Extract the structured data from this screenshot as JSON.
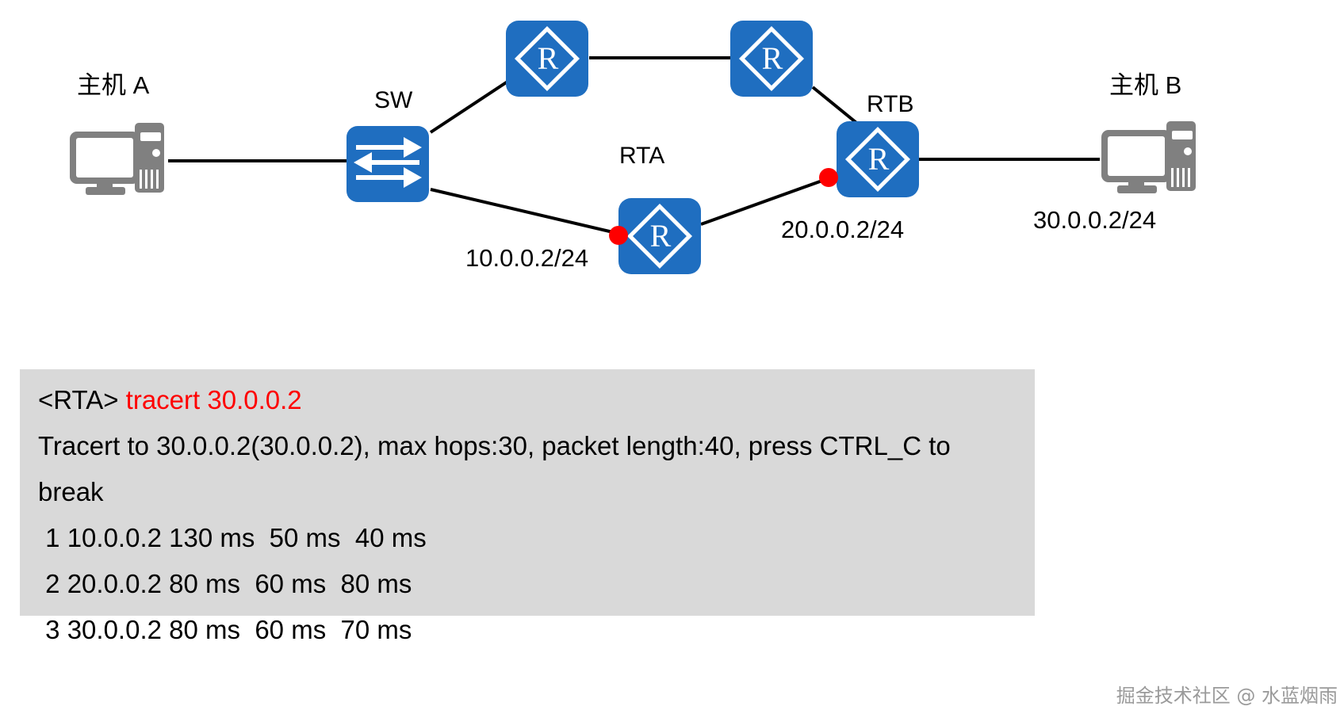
{
  "diagram": {
    "title": "Tracert network topology",
    "colors": {
      "device_blue": "#1f6ec0",
      "pc_grey": "#808080",
      "interface_dot_red": "#fe0000",
      "console_background": "#d9d9d9",
      "command_red": "#ff0000",
      "link_black": "#000000"
    },
    "nodes": [
      {
        "id": "hostA",
        "type": "pc",
        "label": "主机 A",
        "icon": "desktop-pc-icon"
      },
      {
        "id": "sw",
        "type": "switch",
        "label": "SW",
        "icon": "switch-icon"
      },
      {
        "id": "rt_top_left",
        "type": "router",
        "label": "",
        "icon": "router-icon",
        "glyph": "R"
      },
      {
        "id": "rt_top_right",
        "type": "router",
        "label": "",
        "icon": "router-icon",
        "glyph": "R"
      },
      {
        "id": "rta",
        "type": "router",
        "label": "RTA",
        "icon": "router-icon",
        "glyph": "R"
      },
      {
        "id": "rtb",
        "type": "router",
        "label": "RTB",
        "icon": "router-icon",
        "glyph": "R"
      },
      {
        "id": "hostB",
        "type": "pc",
        "label": "主机 B",
        "icon": "desktop-pc-icon"
      }
    ],
    "interface_labels": [
      {
        "id": "ip_rta",
        "text": "10.0.0.2/24",
        "attached_to": "rta"
      },
      {
        "id": "ip_rtb",
        "text": "20.0.0.2/24",
        "attached_to": "rtb"
      },
      {
        "id": "ip_hostB",
        "text": "30.0.0.2/24",
        "attached_to": "hostB"
      }
    ],
    "links": [
      {
        "from": "hostA",
        "to": "sw"
      },
      {
        "from": "sw",
        "to": "rt_top_left"
      },
      {
        "from": "rt_top_left",
        "to": "rt_top_right"
      },
      {
        "from": "rt_top_right",
        "to": "rtb"
      },
      {
        "from": "sw",
        "to": "rta"
      },
      {
        "from": "rta",
        "to": "rtb"
      },
      {
        "from": "rtb",
        "to": "hostB"
      }
    ]
  },
  "console": {
    "prompt": "<RTA>",
    "command": "tracert 30.0.0.2",
    "lines": [
      "Tracert to 30.0.0.2(30.0.0.2), max hops:30, packet length:40, press CTRL_C to",
      "break",
      " 1 10.0.0.2 130 ms  50 ms  40 ms",
      " 2 20.0.0.2 80 ms  60 ms  80 ms",
      " 3 30.0.0.2 80 ms  60 ms  70 ms"
    ]
  },
  "watermark": {
    "text": "掘金技术社区 @ 水蓝烟雨"
  }
}
